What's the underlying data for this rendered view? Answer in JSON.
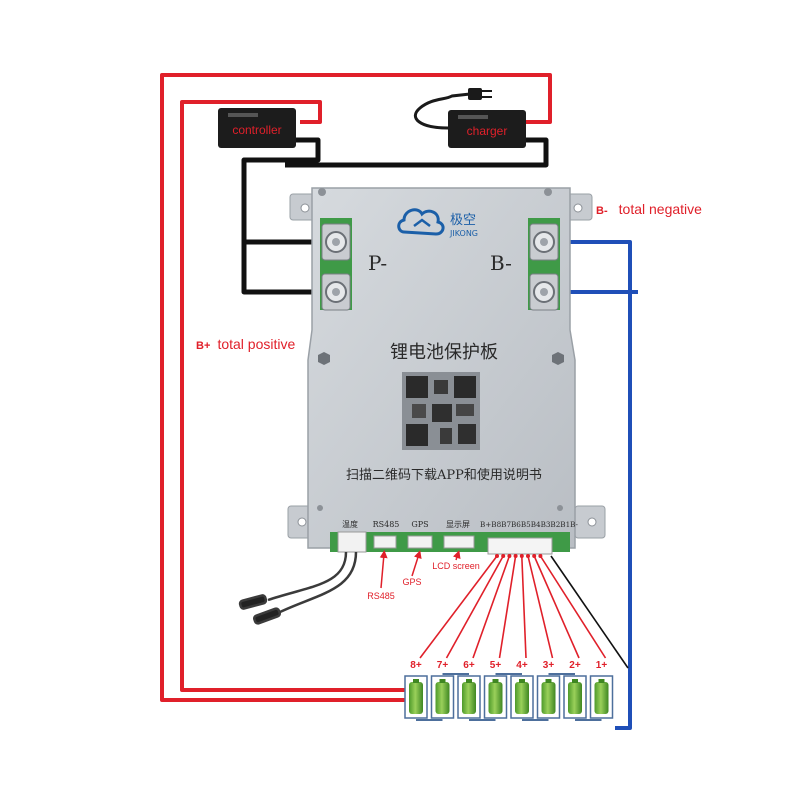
{
  "colors": {
    "positive_wire": "#e0202a",
    "negative_wire": "#1f4fb8",
    "load_wire": "#111111",
    "board": "#c9cdd2",
    "battery_green": "#6fb83a"
  },
  "devices": {
    "controller_label": "controller",
    "charger_label": "charger"
  },
  "board": {
    "brand_cn": "极空",
    "brand_en": "JIKONG",
    "title": "锂电池保护板",
    "instruction": "扫描二维码下载APP和使用说明书",
    "p_minus_label": "P-",
    "b_minus_label": "B-",
    "port_temp": "温度",
    "port_rs485": "RS485",
    "port_gps": "GPS",
    "port_display": "显示屏",
    "port_balance": "B+B8B7B6B5B4B3B2B1B-"
  },
  "annotations": {
    "b_minus_prefix": "B-",
    "b_minus_text": "total negative",
    "b_plus_prefix": "B+",
    "b_plus_text": "total positive",
    "rs485": "RS485",
    "gps": "GPS",
    "lcd": "LCD screen"
  },
  "cells": {
    "labels": [
      "8+",
      "7+",
      "6+",
      "5+",
      "4+",
      "3+",
      "2+",
      "1+"
    ]
  },
  "icons": [
    "cloud-logo-icon",
    "plug-icon",
    "qr-code-icon",
    "temperature-probe-icon"
  ]
}
